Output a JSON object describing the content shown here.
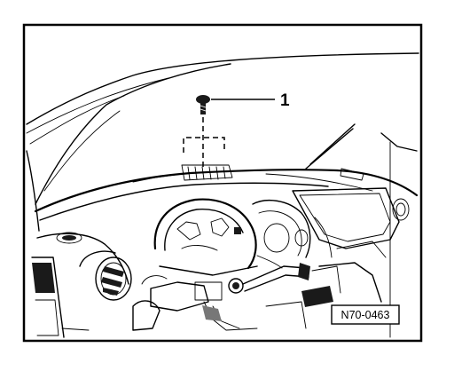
{
  "callouts": [
    {
      "label": "1",
      "part": "screw"
    }
  ],
  "reference_code": "N70-0463",
  "icons": [
    "screw-icon"
  ]
}
